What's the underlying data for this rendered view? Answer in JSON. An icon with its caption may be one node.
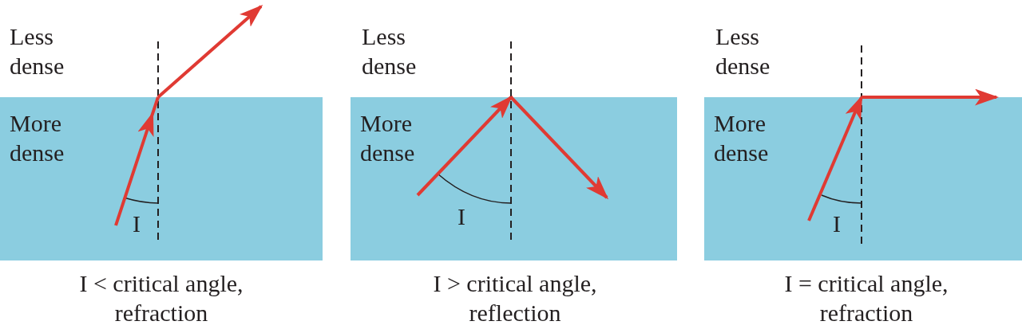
{
  "diagram": {
    "nodes": [
      {
        "text": [
          "More dense"
        ],
        "beside": [
          "I < critical angle, refraction"
        ]
      },
      {
        "text": [
          "More dense"
        ],
        "beside": [
          "I > critical angle, reflection"
        ]
      },
      {
        "text": [
          "More dense"
        ],
        "beside": [
          "I = critical angle, refraction"
        ]
      }
    ],
    "labels": [
      "Less dense",
      "Less dense",
      "Less dense",
      "I",
      "I",
      "I"
    ]
  }
}
